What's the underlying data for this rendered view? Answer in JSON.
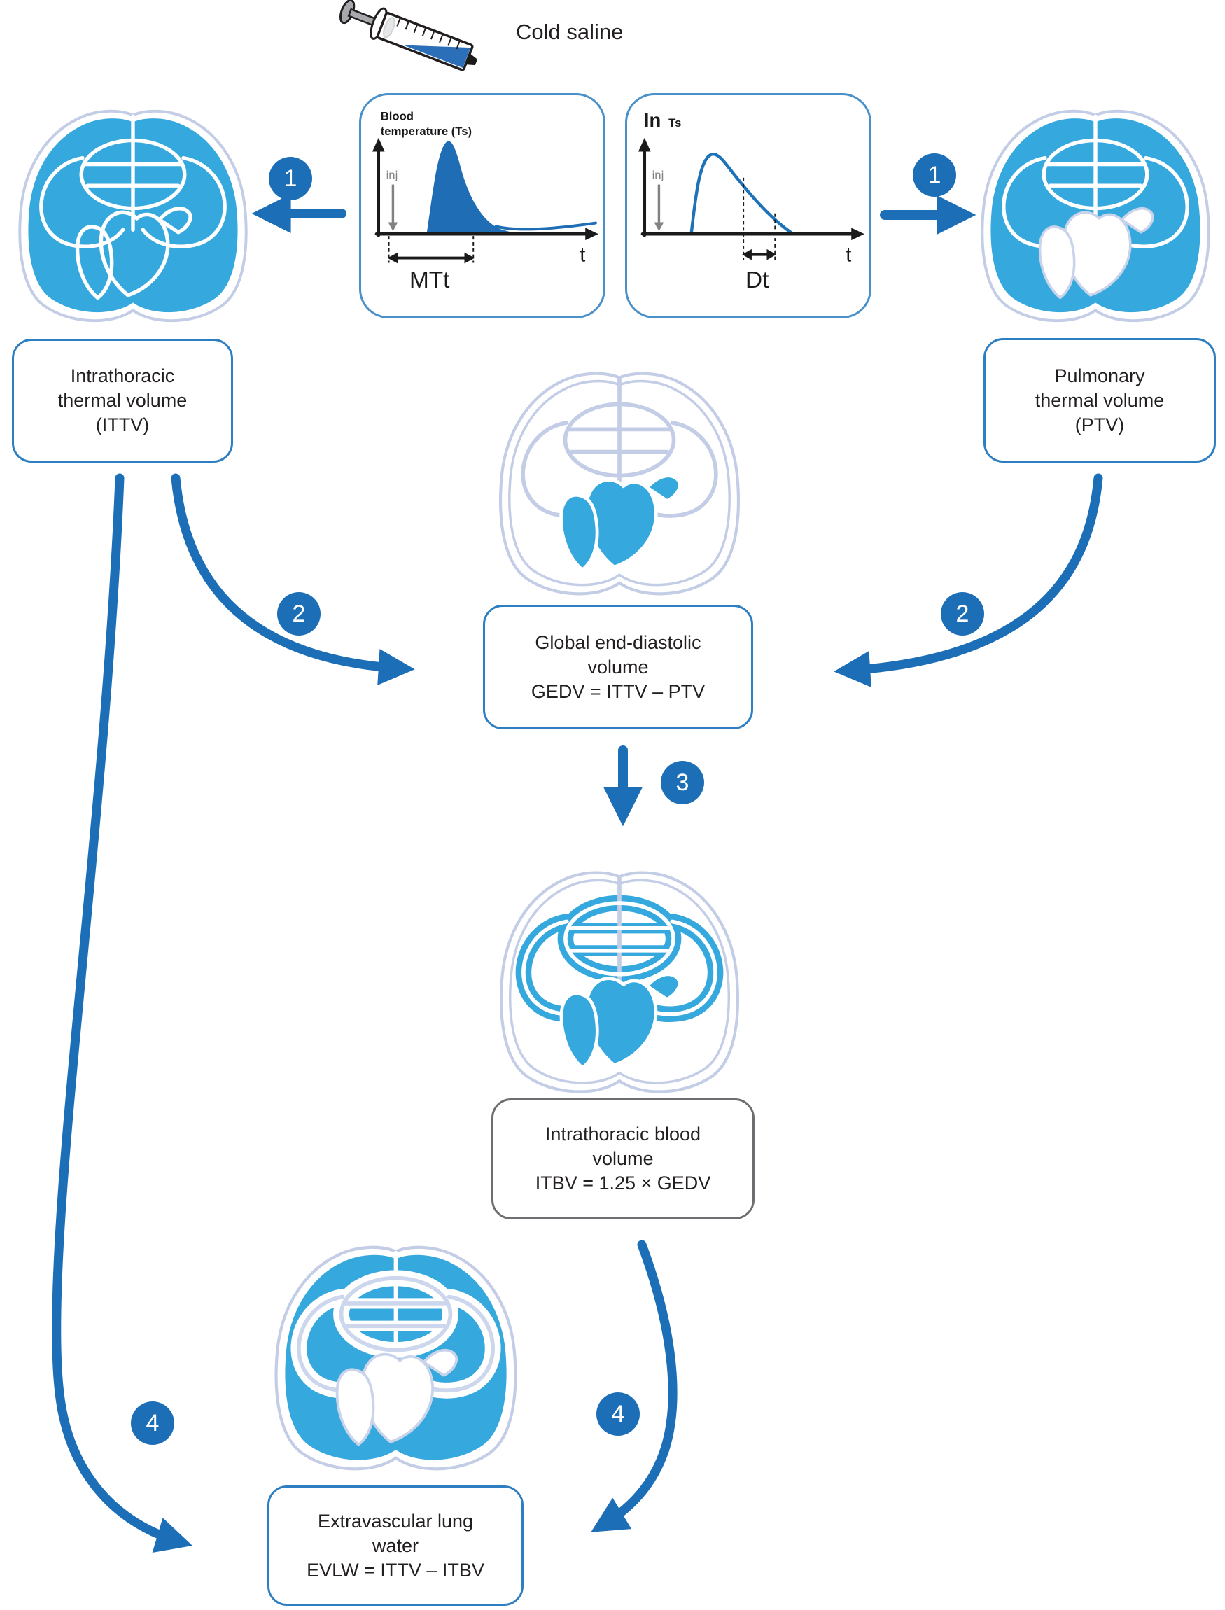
{
  "injection": {
    "label": "Cold saline"
  },
  "graphs": {
    "temp": {
      "title_line1": "Blood",
      "title_line2": "temperature (Ts)",
      "inj_label": "inj",
      "x_axis_label": "t",
      "interval_label": "MTt"
    },
    "log": {
      "title_main": "ln",
      "title_sub": "Ts",
      "inj_label": "inj",
      "x_axis_label": "t",
      "interval_label": "Dt"
    }
  },
  "boxes": {
    "ittv": {
      "lines": [
        "Intrathoracic",
        "thermal volume",
        "(ITTV)"
      ]
    },
    "ptv": {
      "lines": [
        "Pulmonary",
        "thermal volume",
        "(PTV)"
      ]
    },
    "gedv": {
      "lines": [
        "Global end-diastolic",
        "volume",
        "GEDV = ITTV – PTV"
      ]
    },
    "itbv": {
      "lines": [
        "Intrathoracic blood",
        "volume",
        "ITBV = 1.25 × GEDV"
      ]
    },
    "evlw": {
      "lines": [
        "Extravascular lung",
        "water",
        "EVLW = ITTV – ITBV"
      ]
    }
  },
  "steps": {
    "one": "1",
    "two": "2",
    "three": "3",
    "four": "4"
  },
  "colors": {
    "lung_fill": "#35a8de",
    "arrow_blue": "#1c6fb7",
    "curve_fill": "#1e6db5",
    "box_border_blue": "#2e7fc1",
    "box_border_gray": "#6d6e71",
    "outline_light": "#c3cde6",
    "inj_gray": "#808285",
    "text": "#231f20"
  }
}
